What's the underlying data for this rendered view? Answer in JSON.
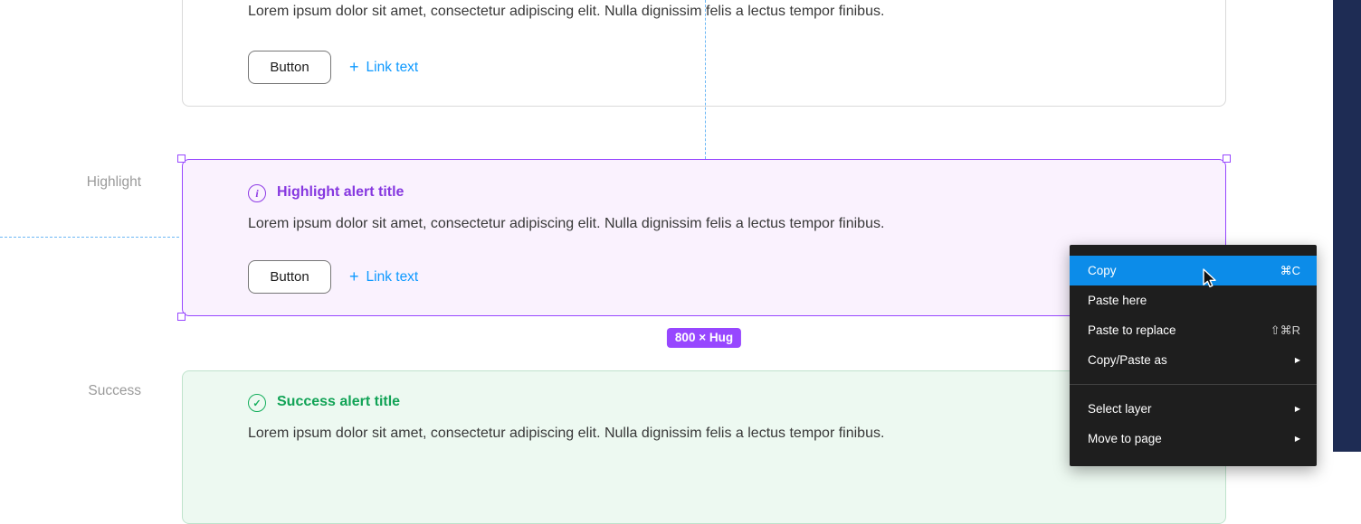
{
  "colors": {
    "accent_purple": "#9747ff",
    "purple_title": "#8638e0",
    "purple_bg": "#faf2fe",
    "green_accent": "#14ae5c",
    "green_title": "#11a356",
    "green_bg": "#edf9f1",
    "link_blue": "#0d99ff",
    "menu_highlight_blue": "#0c8ce9",
    "menu_bg": "#1e1e1e",
    "guide_blue": "#6cb8f5",
    "right_strip_navy": "#1e2c54"
  },
  "labels": {
    "highlight": "Highlight",
    "success": "Success"
  },
  "top_card": {
    "body": "Lorem ipsum dolor sit amet, consectetur adipiscing elit. Nulla dignissim felis a lectus tempor finibus.",
    "button_label": "Button",
    "link_label": "Link text"
  },
  "highlight_card": {
    "title": "Highlight alert title",
    "body": "Lorem ipsum dolor sit amet, consectetur adipiscing elit. Nulla dignissim felis a lectus tempor finibus.",
    "button_label": "Button",
    "link_label": "Link text",
    "size_badge": "800 × Hug"
  },
  "success_card": {
    "title": "Success alert title",
    "body": "Lorem ipsum dolor sit amet, consectetur adipiscing elit. Nulla dignissim felis a lectus tempor finibus."
  },
  "icons": {
    "plus": "+",
    "info": "i",
    "check": "✓",
    "submenu_arrow": "▶"
  },
  "context_menu": {
    "items": [
      {
        "label": "Copy",
        "shortcut": "⌘C",
        "highlighted": true,
        "submenu": false
      },
      {
        "label": "Paste here",
        "shortcut": "",
        "highlighted": false,
        "submenu": false
      },
      {
        "label": "Paste to replace",
        "shortcut": "⇧⌘R",
        "highlighted": false,
        "submenu": false
      },
      {
        "label": "Copy/Paste as",
        "shortcut": "",
        "highlighted": false,
        "submenu": true
      },
      {
        "label": "Select layer",
        "shortcut": "",
        "highlighted": false,
        "submenu": true
      },
      {
        "label": "Move to page",
        "shortcut": "",
        "highlighted": false,
        "submenu": true
      }
    ]
  }
}
